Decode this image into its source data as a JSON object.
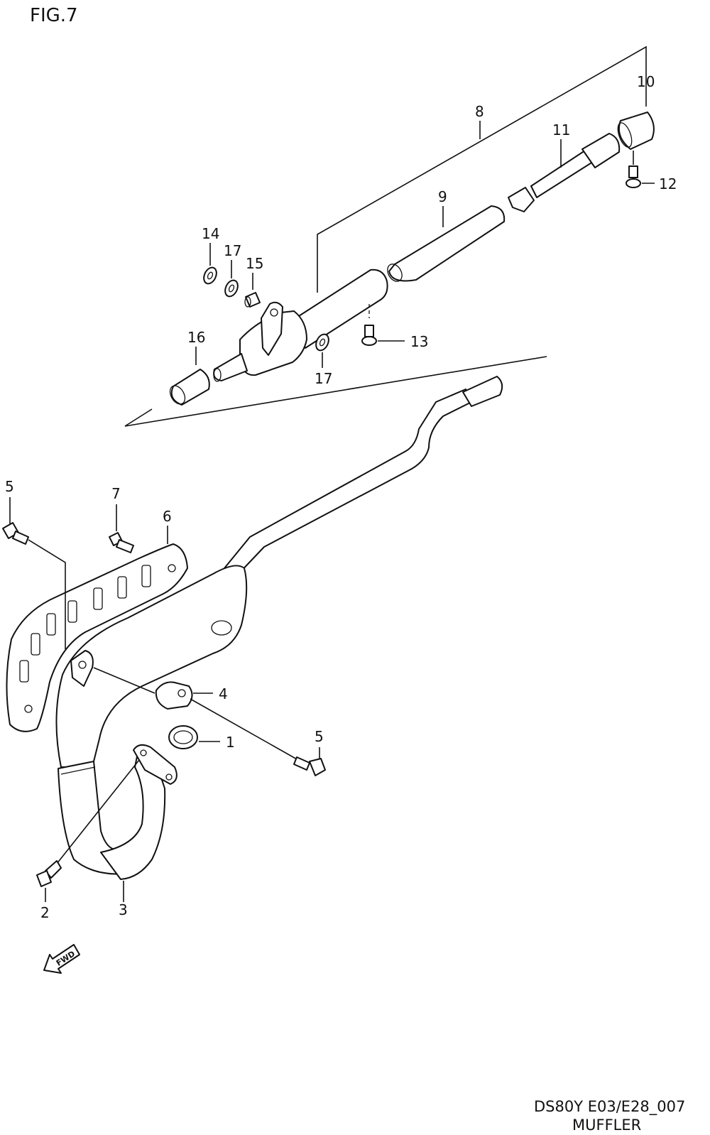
{
  "figure": {
    "label": "FIG.7",
    "code": "DS80Y E03/E28_007",
    "title": "MUFFLER",
    "direction_marker": "FWD"
  },
  "callouts": [
    {
      "id": "c1",
      "text": "1"
    },
    {
      "id": "c2",
      "text": "2"
    },
    {
      "id": "c3",
      "text": "3"
    },
    {
      "id": "c4",
      "text": "4"
    },
    {
      "id": "c5a",
      "text": "5"
    },
    {
      "id": "c5b",
      "text": "5"
    },
    {
      "id": "c6",
      "text": "6"
    },
    {
      "id": "c7",
      "text": "7"
    },
    {
      "id": "c8",
      "text": "8"
    },
    {
      "id": "c9",
      "text": "9"
    },
    {
      "id": "c10",
      "text": "10"
    },
    {
      "id": "c11",
      "text": "11"
    },
    {
      "id": "c12",
      "text": "12"
    },
    {
      "id": "c13",
      "text": "13"
    },
    {
      "id": "c14",
      "text": "14"
    },
    {
      "id": "c15",
      "text": "15"
    },
    {
      "id": "c16",
      "text": "16"
    },
    {
      "id": "c17a",
      "text": "17"
    },
    {
      "id": "c17b",
      "text": "17"
    }
  ]
}
